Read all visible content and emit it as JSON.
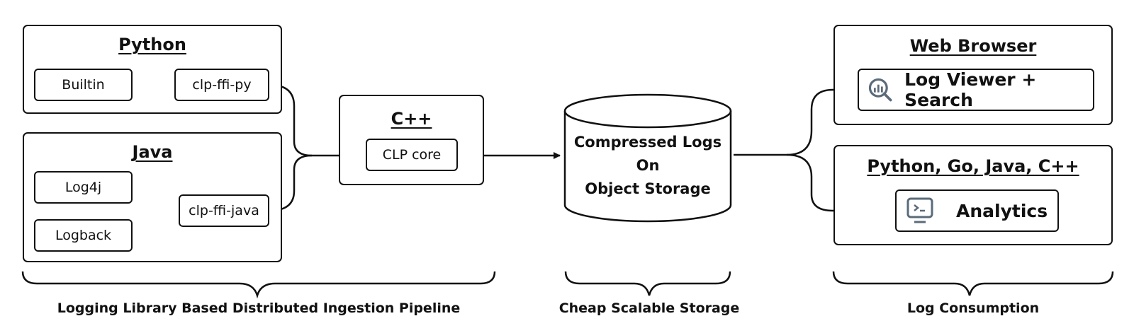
{
  "python": {
    "title": "Python",
    "builtin": "Builtin",
    "ffi": "clp-ffi-py"
  },
  "java": {
    "title": "Java",
    "log4j": "Log4j",
    "logback": "Logback",
    "ffi": "clp-ffi-java"
  },
  "cpp": {
    "title": "C++",
    "core": "CLP core"
  },
  "storage": {
    "line1": "Compressed Logs",
    "line2": "On",
    "line3": "Object Storage"
  },
  "browser": {
    "title": "Web Browser",
    "viewer": "Log Viewer + Search",
    "icon": "search-analytics-icon"
  },
  "analytics": {
    "title": "Python, Go, Java, C++",
    "label": "Analytics",
    "icon": "terminal-icon"
  },
  "sections": {
    "ingestion": "Logging Library Based Distributed Ingestion Pipeline",
    "storage": "Cheap Scalable Storage",
    "consumption": "Log Consumption"
  }
}
